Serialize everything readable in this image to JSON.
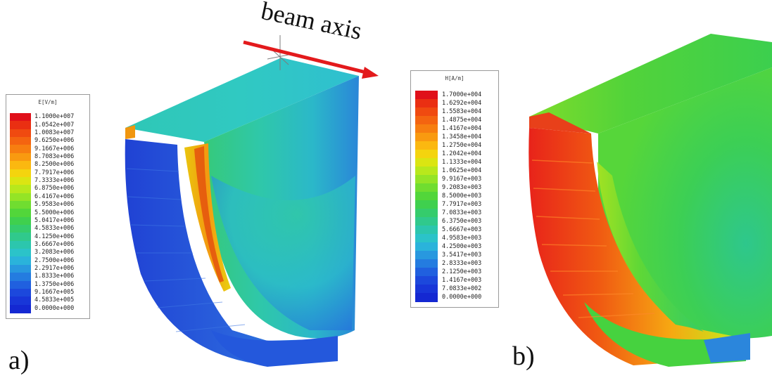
{
  "annotations": {
    "beam_axis": "beam axis",
    "panel_a": "a)",
    "panel_b": "b)",
    "beam_arrow_color": "#e31a1c"
  },
  "legend_e": {
    "title": "E[V/m]",
    "ticks": [
      "1.1000e+007",
      "1.0542e+007",
      "1.0083e+007",
      "9.6250e+006",
      "9.1667e+006",
      "8.7083e+006",
      "8.2500e+006",
      "7.7917e+006",
      "7.3333e+006",
      "6.8750e+006",
      "6.4167e+006",
      "5.9583e+006",
      "5.5000e+006",
      "5.0417e+006",
      "4.5833e+006",
      "4.1250e+006",
      "3.6667e+006",
      "3.2083e+006",
      "2.7500e+006",
      "2.2917e+006",
      "1.8333e+006",
      "1.3750e+006",
      "9.1667e+005",
      "4.5833e+005",
      "0.0000e+000"
    ]
  },
  "legend_h": {
    "title": "H[A/m]",
    "ticks": [
      "1.7000e+004",
      "1.6292e+004",
      "1.5583e+004",
      "1.4875e+004",
      "1.4167e+004",
      "1.3458e+004",
      "1.2750e+004",
      "1.2042e+004",
      "1.1333e+004",
      "1.0625e+004",
      "9.9167e+003",
      "9.2083e+003",
      "8.5000e+003",
      "7.7917e+003",
      "7.0833e+003",
      "6.3750e+003",
      "5.6667e+003",
      "4.9583e+003",
      "4.2500e+003",
      "3.5417e+003",
      "2.8333e+003",
      "2.1250e+003",
      "1.4167e+003",
      "7.0833e+002",
      "0.0000e+000"
    ]
  },
  "colormap": [
    "#e0101a",
    "#ea2f12",
    "#f04a10",
    "#f46410",
    "#f77e10",
    "#f99a10",
    "#fbb810",
    "#f4d40e",
    "#dbe512",
    "#b8e81c",
    "#94e426",
    "#70dd30",
    "#52d63a",
    "#3fd04e",
    "#35cc6c",
    "#30c98c",
    "#2cc6ad",
    "#2bc3c9",
    "#2ab3db",
    "#2898df",
    "#247ce0",
    "#2060df",
    "#1c48dc",
    "#1836d8",
    "#1428d2"
  ]
}
